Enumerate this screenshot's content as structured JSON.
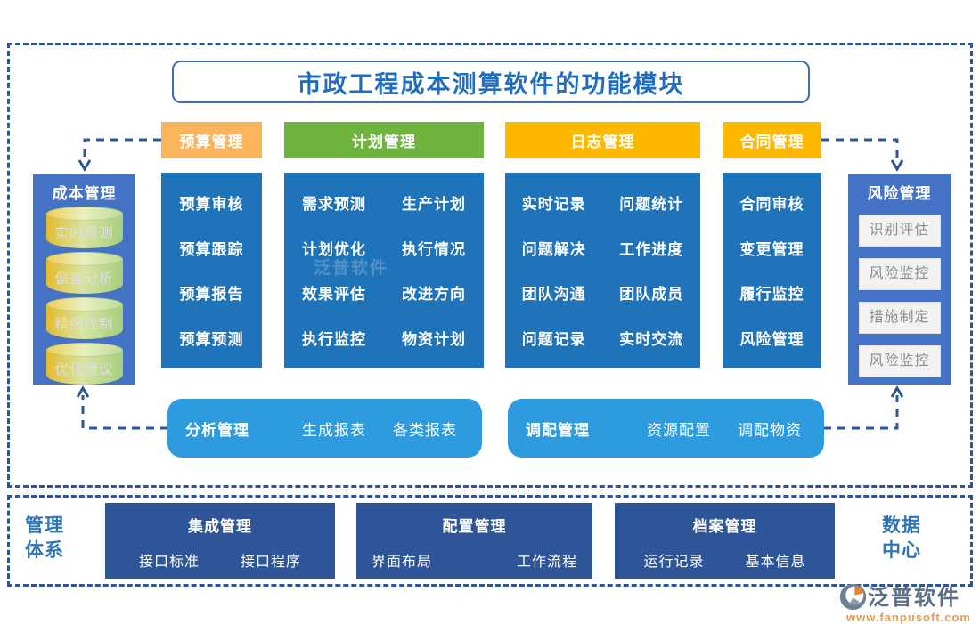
{
  "title": "市政工程成本测算软件的功能模块",
  "headers": [
    {
      "label": "预算管理",
      "color": "#F9B45C"
    },
    {
      "label": "计划管理",
      "color": "#6FB43F"
    },
    {
      "label": "日志管理",
      "color": "#FCB900"
    },
    {
      "label": "合同管理",
      "color": "#FCB900"
    }
  ],
  "left_panel": {
    "title": "成本管理",
    "items": [
      "实时预测",
      "偏差分析",
      "精细控制",
      "优化建议"
    ]
  },
  "right_panel": {
    "title": "风险管理",
    "items": [
      "识别评估",
      "风险监控",
      "措施制定",
      "风险监控"
    ]
  },
  "columns": [
    {
      "header": "预算管理",
      "items": [
        "预算审核",
        "预算跟踪",
        "预算报告",
        "预算预测"
      ]
    },
    {
      "header": "计划管理",
      "left": [
        "需求预测",
        "计划优化",
        "效果评估",
        "执行监控"
      ],
      "right": [
        "生产计划",
        "执行情况",
        "改进方向",
        "物资计划"
      ]
    },
    {
      "header": "日志管理",
      "left": [
        "实时记录",
        "问题解决",
        "团队沟通",
        "问题记录"
      ],
      "right": [
        "问题统计",
        "工作进度",
        "团队成员",
        "实时交流"
      ]
    },
    {
      "header": "合同管理",
      "items": [
        "合同审核",
        "变更管理",
        "履行监控",
        "风险管理"
      ]
    }
  ],
  "pills": [
    {
      "title": "分析管理",
      "items": [
        "生成报表",
        "各类报表"
      ]
    },
    {
      "title": "调配管理",
      "items": [
        "资源配置",
        "调配物资"
      ]
    }
  ],
  "bottom": {
    "left_label": "管理体系",
    "right_label": "数据中心",
    "boxes": [
      {
        "title": "集成管理",
        "items": [
          "接口标准",
          "接口程序"
        ]
      },
      {
        "title": "配置管理",
        "items": [
          "界面布局",
          "工作流程"
        ]
      },
      {
        "title": "档案管理",
        "items": [
          "运行记录",
          "基本信息"
        ]
      }
    ]
  },
  "watermark": "泛普软件",
  "logo": {
    "name": "泛普软件",
    "url": "www.fanpusoft.com"
  },
  "colors": {
    "frame_dash": "#2E5597",
    "column_blue": "#1E73B9",
    "panel_blue": "#4472C4",
    "pill_blue": "#2E9BDF",
    "bottom_navy": "#2E5597",
    "title_text": "#1F6DC1",
    "header_orange": "#F9B45C",
    "header_green": "#6FB43F",
    "header_gold": "#FCB900"
  }
}
